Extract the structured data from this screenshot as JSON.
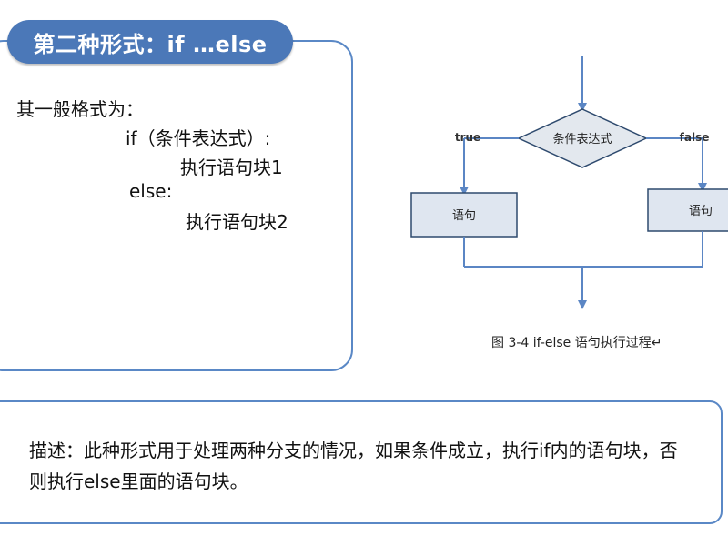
{
  "slide": {
    "title": "第二种形式：if …else",
    "syntax": {
      "intro": "其一般格式为：",
      "if_line": "if（条件表达式）:",
      "block1": "执行语句块1",
      "else_line": "else:",
      "block2": "执行语句块2"
    },
    "description": "描述：此种形式用于处理两种分支的情况，如果条件成立，执行if内的语句块，否则执行else里面的语句块。"
  },
  "flowchart": {
    "condition_label": "条件表达式",
    "true_label": "true",
    "false_label": "false",
    "true_box_label": "语句",
    "false_box_label": "语句",
    "caption": "图 3-4 if-else  语句执行过程↵"
  },
  "colors": {
    "accent": "#4b78b8",
    "panel_border": "#5a88c6",
    "box_fill": "#dfe6f0",
    "diamond_fill": "#e3e8ee",
    "connector": "#5b86c4"
  }
}
